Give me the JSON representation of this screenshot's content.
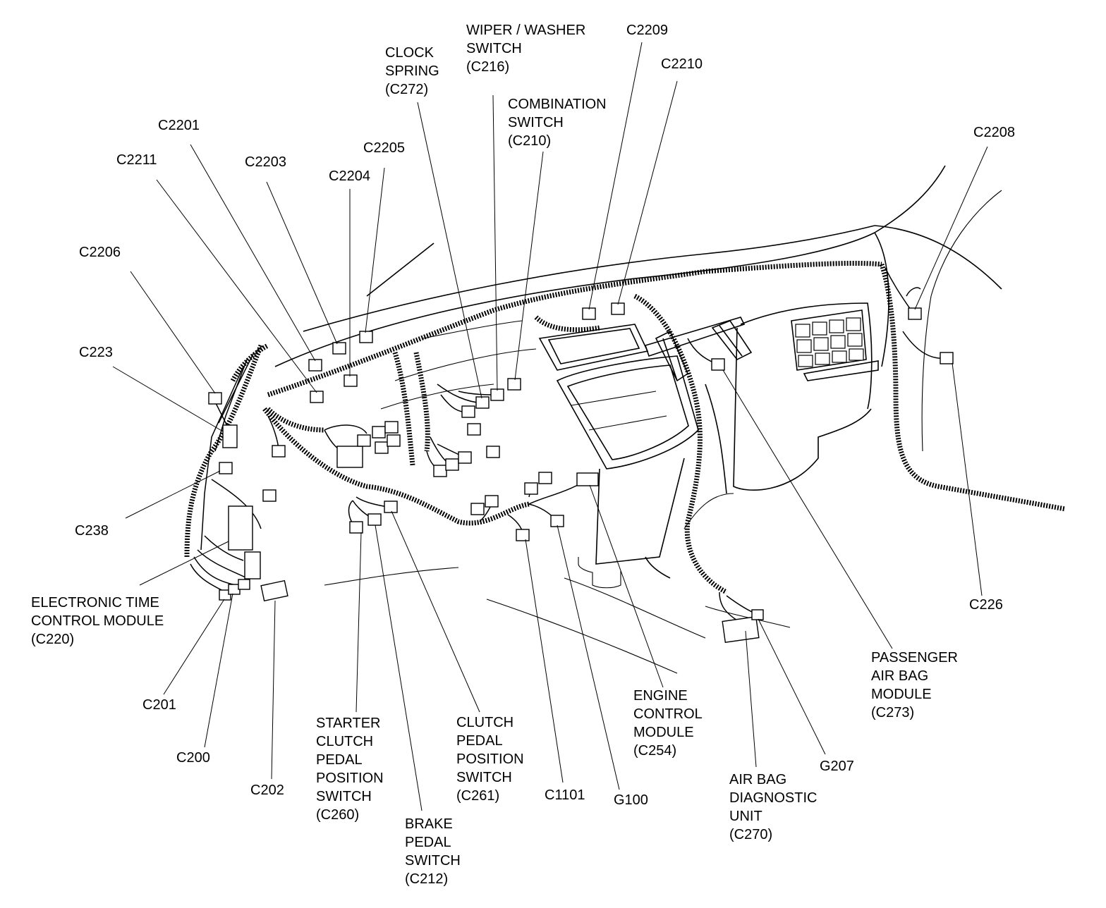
{
  "colors": {
    "ink": "#000000",
    "paper": "#ffffff"
  },
  "labels": {
    "wiper_washer_switch": "WIPER / WASHER\nSWITCH\n(C216)",
    "clock_spring": "CLOCK\nSPRING\n(C272)",
    "combination_switch": "COMBINATION\nSWITCH\n(C210)",
    "c2209": "C2209",
    "c2210": "C2210",
    "c2201": "C2201",
    "c2211": "C2211",
    "c2203": "C2203",
    "c2205": "C2205",
    "c2204": "C2204",
    "c2206": "C2206",
    "c223": "C223",
    "c238": "C238",
    "c2208": "C2208",
    "c226": "C226",
    "electronic_time_control_module": "ELECTRONIC TIME\nCONTROL MODULE\n(C220)",
    "c201": "C201",
    "c200": "C200",
    "c202": "C202",
    "starter_clutch_pedal_position_switch": "STARTER\nCLUTCH\nPEDAL\nPOSITION\nSWITCH\n(C260)",
    "brake_pedal_switch": "BRAKE\nPEDAL\nSWITCH\n(C212)",
    "clutch_pedal_position_switch": "CLUTCH\nPEDAL\nPOSITION\nSWITCH\n(C261)",
    "c1101": "C1101",
    "g100": "G100",
    "engine_control_module": "ENGINE\nCONTROL\nMODULE\n(C254)",
    "air_bag_diagnostic_unit": "AIR BAG\nDIAGNOSTIC\nUNIT\n(C270)",
    "g207": "G207",
    "passenger_air_bag_module": "PASSENGER\nAIR BAG\nMODULE\n(C273)"
  }
}
